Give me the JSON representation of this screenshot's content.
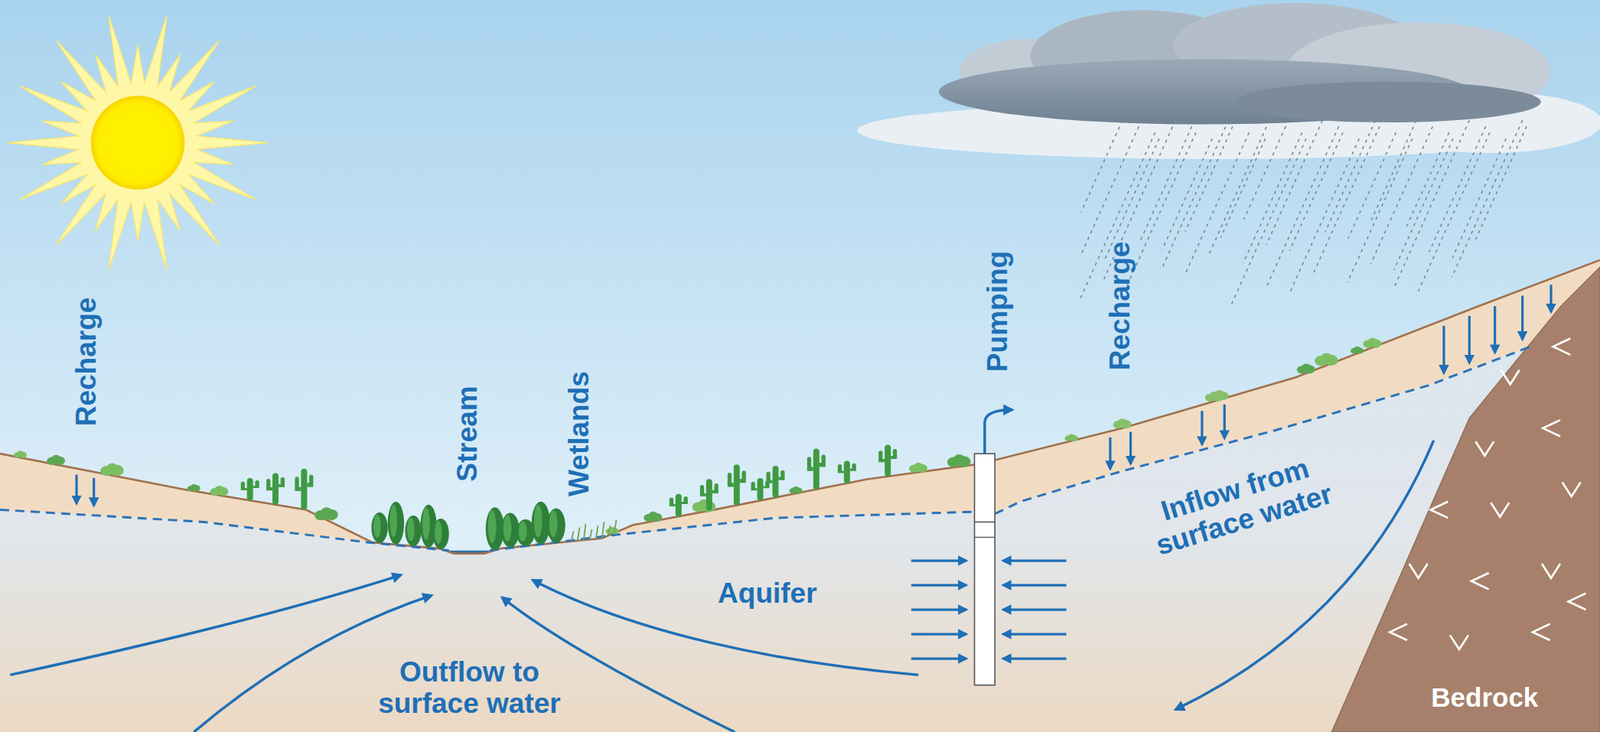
{
  "diagram": {
    "labels": [
      "Recharge",
      "Stream",
      "Wetlands",
      "Pumping",
      "Recharge",
      "Inflow from surface water",
      "Aquifer",
      "Outflow to surface water",
      "Bedrock"
    ]
  }
}
